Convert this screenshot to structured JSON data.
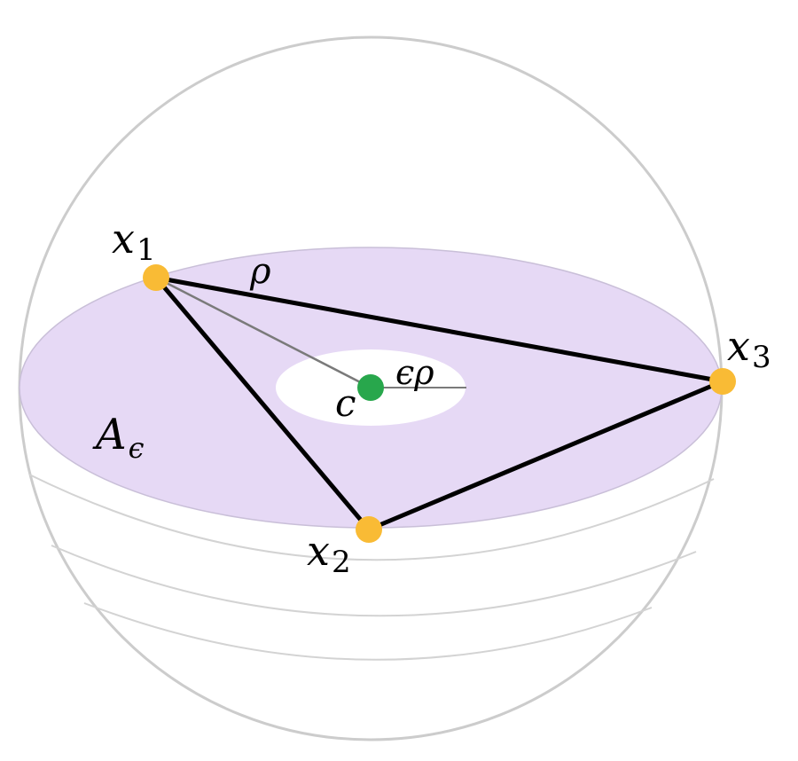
{
  "colors": {
    "sphere_outline": "#cccccc",
    "disk_fill": "#e6d9f5",
    "disk_edge": "#c9bfd8",
    "hole_fill": "#ffffff",
    "point_fill": "#f9bb35",
    "center_fill": "#28a74c",
    "triangle_stroke": "#000000",
    "radius_line": "#7a7a7a"
  },
  "labels": {
    "x1": {
      "base": "x",
      "sub": "1"
    },
    "x2": {
      "base": "x",
      "sub": "2"
    },
    "x3": {
      "base": "x",
      "sub": "3"
    },
    "center": "c",
    "rho": "ρ",
    "eps_rho": "ϵρ",
    "region": {
      "base": "A",
      "sub": "ϵ"
    }
  }
}
